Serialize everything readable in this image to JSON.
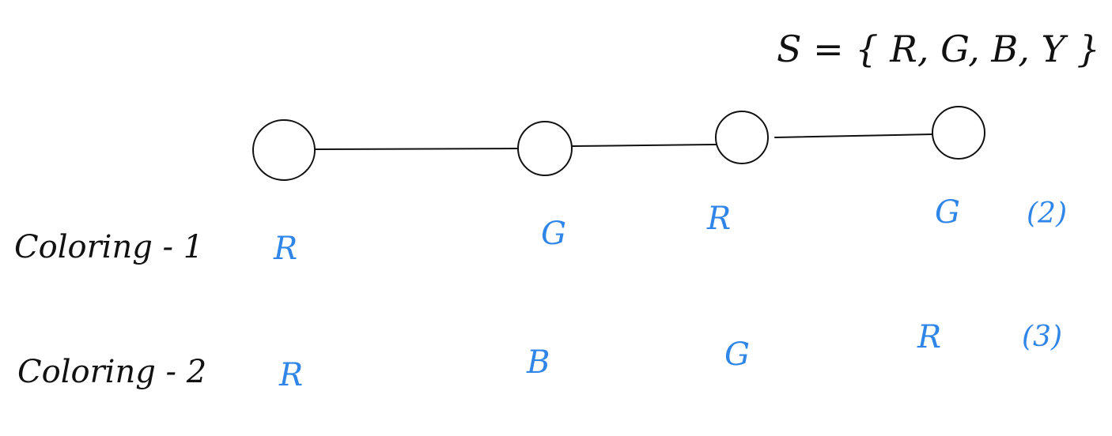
{
  "set_notation": "S = { R, G, B, Y }",
  "graph": {
    "nodes": [
      {
        "id": "n1"
      },
      {
        "id": "n2"
      },
      {
        "id": "n3"
      },
      {
        "id": "n4"
      }
    ],
    "edges": [
      {
        "from": "n1",
        "to": "n2"
      },
      {
        "from": "n2",
        "to": "n3"
      },
      {
        "from": "n3",
        "to": "n4"
      }
    ]
  },
  "colorings": [
    {
      "label": "Coloring - 1",
      "node_colors": [
        "R",
        "G",
        "R",
        "G"
      ],
      "count": "(2)"
    },
    {
      "label": "Coloring - 2",
      "node_colors": [
        "R",
        "B",
        "G",
        "R"
      ],
      "count": "(3)"
    }
  ],
  "colors": {
    "ink": "#111111",
    "annotation_blue": "#2f86e8",
    "background": "#ffffff"
  }
}
